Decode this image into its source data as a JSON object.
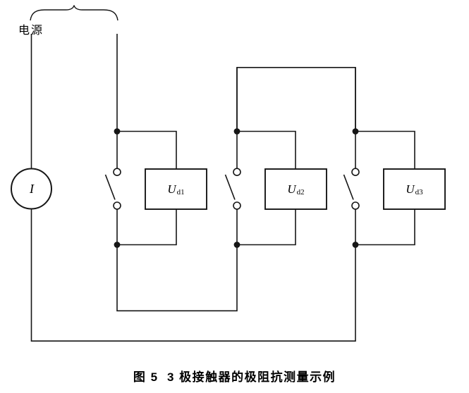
{
  "figure": {
    "source_label": "电源",
    "ammeter_label": "I",
    "voltmeters": [
      {
        "symbol": "U",
        "subscript": "d1"
      },
      {
        "symbol": "U",
        "subscript": "d2"
      },
      {
        "symbol": "U",
        "subscript": "d3"
      }
    ],
    "caption": "图 5  3 极接触器的极阻抗测量示例",
    "colors": {
      "line": "#161616",
      "background": "#ffffff",
      "text": "#000000"
    }
  }
}
